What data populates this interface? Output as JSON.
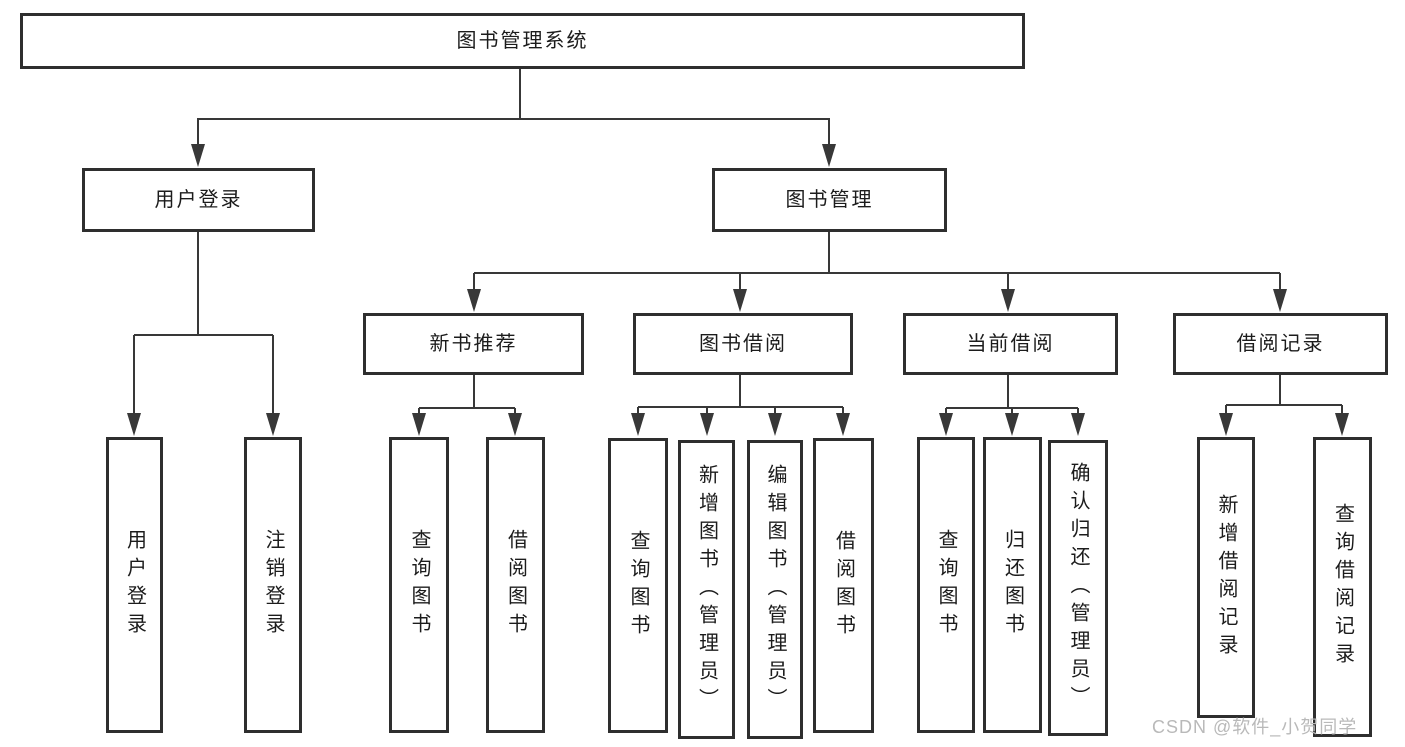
{
  "diagram": {
    "root": {
      "label": "图书管理系统"
    },
    "user_login": {
      "label": "用户登录",
      "children": [
        {
          "label": "用户登录"
        },
        {
          "label": "注销登录"
        }
      ]
    },
    "book_manage": {
      "label": "图书管理",
      "children_groups": {
        "new_book_rec": {
          "label": "新书推荐",
          "children": [
            {
              "label": "查询图书"
            },
            {
              "label": "借阅图书"
            }
          ]
        },
        "book_borrow": {
          "label": "图书借阅",
          "children": [
            {
              "label": "查询图书"
            },
            {
              "label": "新增图书（管理员）"
            },
            {
              "label": "编辑图书（管理员）"
            },
            {
              "label": "借阅图书"
            }
          ]
        },
        "current_borrow": {
          "label": "当前借阅",
          "children": [
            {
              "label": "查询图书"
            },
            {
              "label": "归还图书"
            },
            {
              "label": "确认归还（管理员）"
            }
          ]
        },
        "borrow_record": {
          "label": "借阅记录",
          "children": [
            {
              "label": "新增借阅记录"
            },
            {
              "label": "查询借阅记录"
            }
          ]
        }
      }
    }
  },
  "watermark": {
    "text": "CSDN @软件_小贺同学"
  },
  "colors": {
    "line": "#383838",
    "box_border": "#2e2e2e",
    "text": "#1c1c1c",
    "watermark": "#b9b9b9",
    "background": "#ffffff"
  }
}
